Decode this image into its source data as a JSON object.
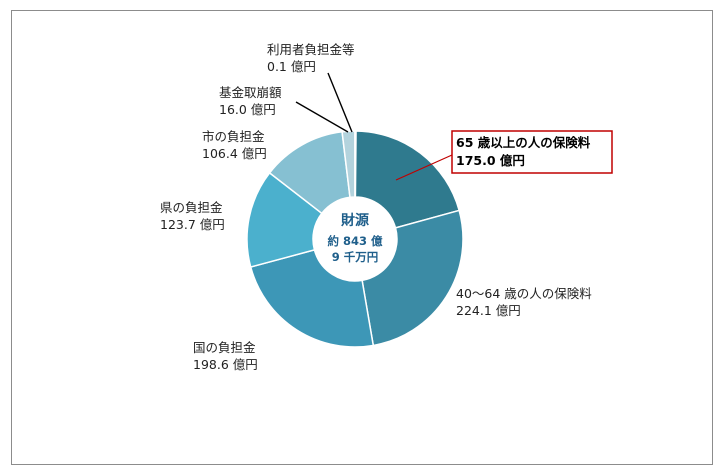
{
  "chart_data": {
    "type": "pie",
    "style": "donut",
    "center_title": "財源",
    "center_line1": "約 843 億",
    "center_line2": "9 千万円",
    "unit": "億円",
    "grid": false,
    "legend": "none",
    "slices": [
      {
        "name": "65 歳以上の人の保険料",
        "value": 175.0,
        "value_text": "175.0 億円",
        "color": "#2f7a8e",
        "highlight": true,
        "highlight_color": "#c00000"
      },
      {
        "name": "40～64 歳の人の保険料",
        "value": 224.1,
        "value_text": "224.1 億円",
        "color": "#3b8ba5"
      },
      {
        "name": "国の負担金",
        "value": 198.6,
        "value_text": "198.6 億円",
        "color": "#3d97b7"
      },
      {
        "name": "県の負担金",
        "value": 123.7,
        "value_text": "123.7 億円",
        "color": "#4bb0cd"
      },
      {
        "name": "市の負担金",
        "value": 106.4,
        "value_text": "106.4 億円",
        "color": "#86c0d2"
      },
      {
        "name": "基金取崩額",
        "value": 16.0,
        "value_text": "16.0 億円",
        "color": "#b3d3dd"
      },
      {
        "name": "利用者負担金等",
        "value": 0.1,
        "value_text": "0.1 億円",
        "color": "#d9d9d9"
      }
    ]
  }
}
